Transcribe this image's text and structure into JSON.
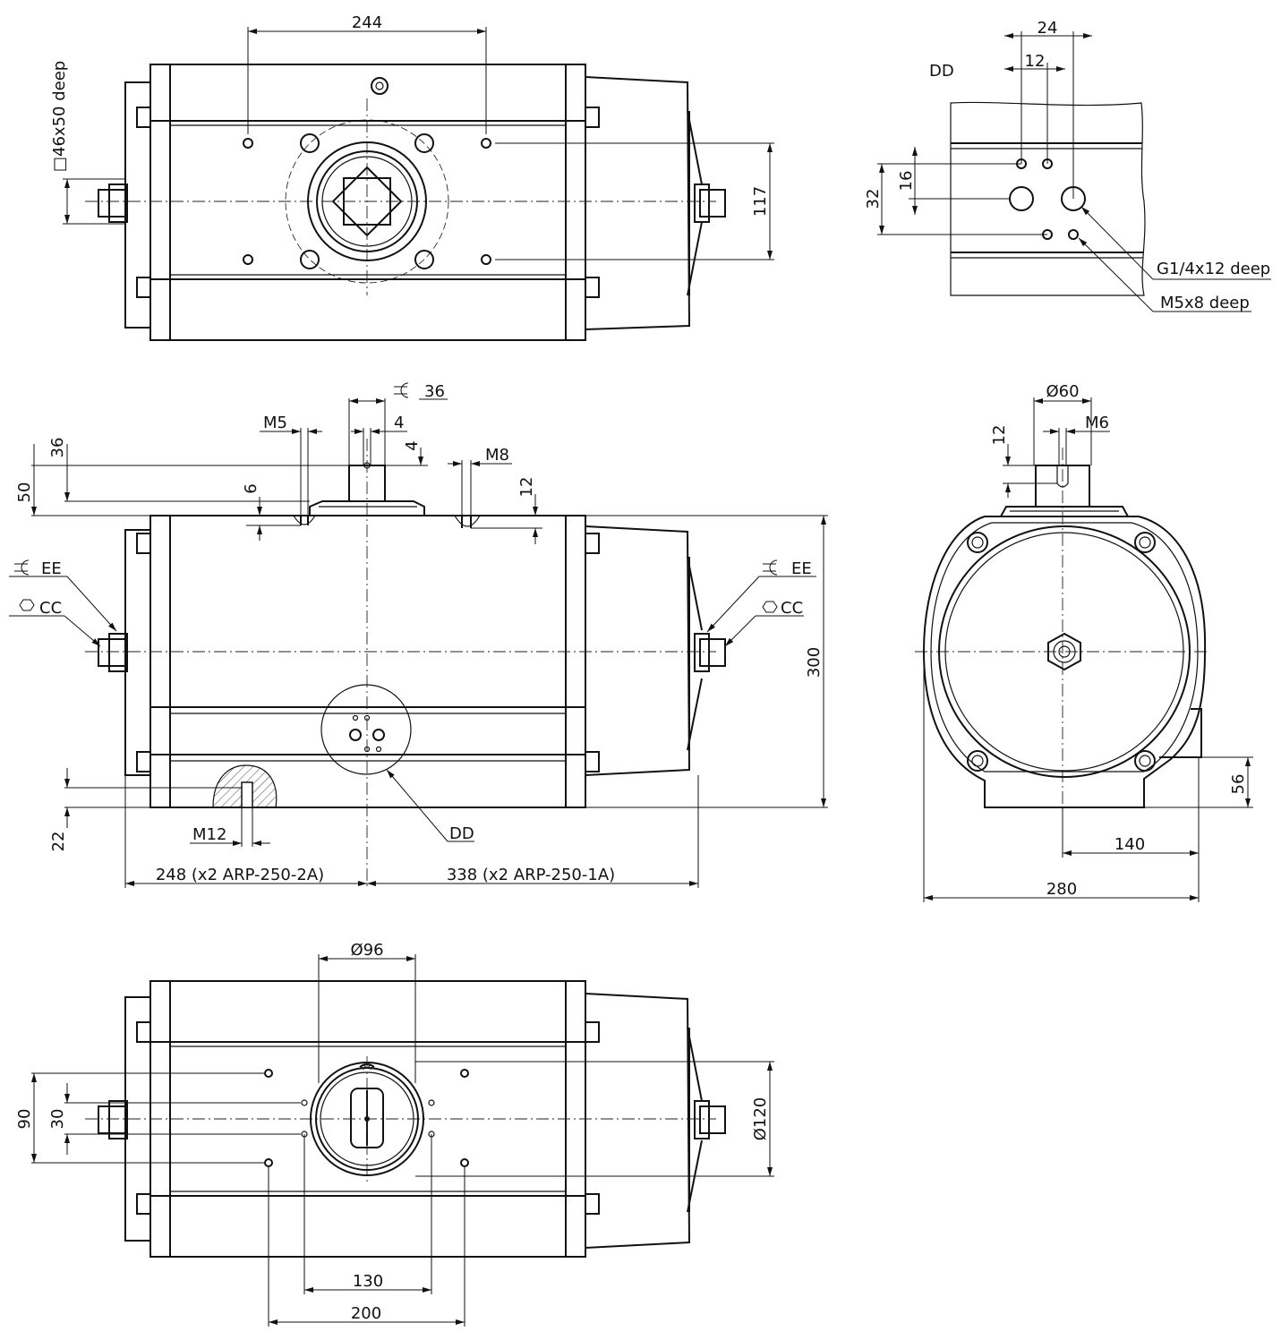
{
  "labels": {
    "dim_244": "244",
    "square_drive": "□46x50 deep",
    "dim_117": "117",
    "dd_detail_title": "DD",
    "dim_24": "24",
    "dim_12_top": "12",
    "dim_16": "16",
    "dim_32": "32",
    "thread_g14": "G1/4x12 deep",
    "thread_m5x8": "M5x8 deep",
    "wrench_36": "36",
    "dim_4_h": "4",
    "dim_4_v": "4",
    "thread_m5": "M5",
    "thread_m8": "M8",
    "dim_36": "36",
    "dim_50": "50",
    "dim_6": "6",
    "dim_12_right": "12",
    "wrench_ee_left": "EE",
    "hex_cc_left": "CC",
    "wrench_ee_right": "EE",
    "hex_cc_right": "CC",
    "dim_300": "300",
    "dim_22": "22",
    "thread_m12": "M12",
    "detail_dd_ref": "DD",
    "dim_248": "248 (x2 ARP-250-2A)",
    "dim_338": "338 (x2 ARP-250-1A)",
    "dia_60": "Ø60",
    "thread_m6": "M6",
    "dim_12_side": "12",
    "dim_56": "56",
    "dim_140": "140",
    "dim_280": "280",
    "dia_96": "Ø96",
    "dim_90": "90",
    "dim_30": "30",
    "dia_120": "Ø120",
    "dim_130": "130",
    "dim_200": "200"
  }
}
